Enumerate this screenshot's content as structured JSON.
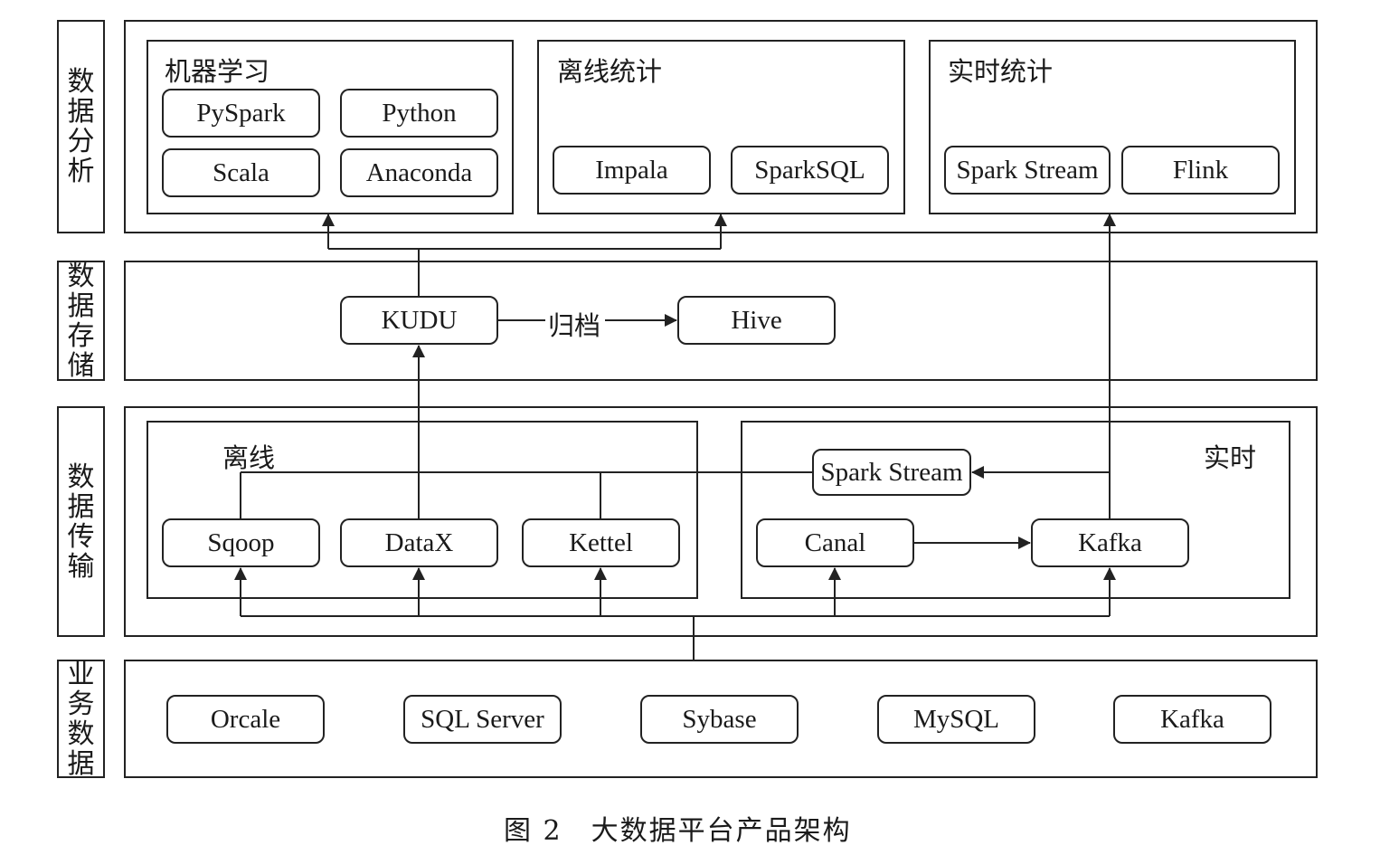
{
  "layers": {
    "analysis": {
      "label": "数据分析"
    },
    "storage": {
      "label": "数据存储"
    },
    "transport": {
      "label": "数据传输"
    },
    "business": {
      "label": "业务数据"
    }
  },
  "analysis": {
    "ml": {
      "title": "机器学习",
      "items": [
        "PySpark",
        "Python",
        "Scala",
        "Anaconda"
      ]
    },
    "offline_stats": {
      "title": "离线统计",
      "items": [
        "Impala",
        "SparkSQL"
      ]
    },
    "realtime_stats": {
      "title": "实时统计",
      "items": [
        "Spark Stream",
        "Flink"
      ]
    }
  },
  "storage": {
    "kudu": "KUDU",
    "hive": "Hive",
    "archive_label": "归档"
  },
  "transport": {
    "offline": {
      "title": "离线",
      "items": [
        "Sqoop",
        "DataX",
        "Kettel"
      ]
    },
    "realtime": {
      "title": "实时",
      "spark_stream": "Spark Stream",
      "canal": "Canal",
      "kafka": "Kafka"
    }
  },
  "business": {
    "items": [
      "Orcale",
      "SQL Server",
      "Sybase",
      "MySQL",
      "Kafka"
    ]
  },
  "caption": "图 2　大数据平台产品架构"
}
